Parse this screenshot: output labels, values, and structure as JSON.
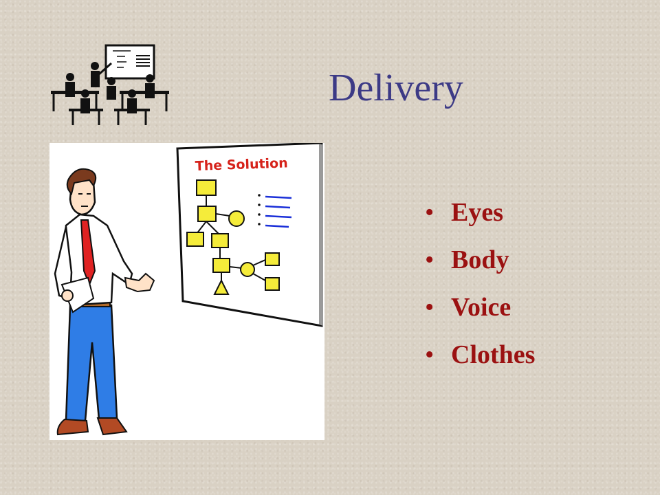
{
  "slide": {
    "title": "Delivery",
    "bullets": [
      {
        "label": "Eyes"
      },
      {
        "label": "Body"
      },
      {
        "label": "Voice"
      },
      {
        "label": "Clothes"
      }
    ],
    "bullet_glyph": "•",
    "colors": {
      "background": "#d9d1c4",
      "title": "#3c3a86",
      "bullet_text": "#9b1111"
    }
  },
  "clipart": {
    "whiteboard_heading": "The Solution"
  },
  "icons": {
    "classroom": "classroom-presentation-icon",
    "presenter": "presenter-at-whiteboard-illustration"
  }
}
